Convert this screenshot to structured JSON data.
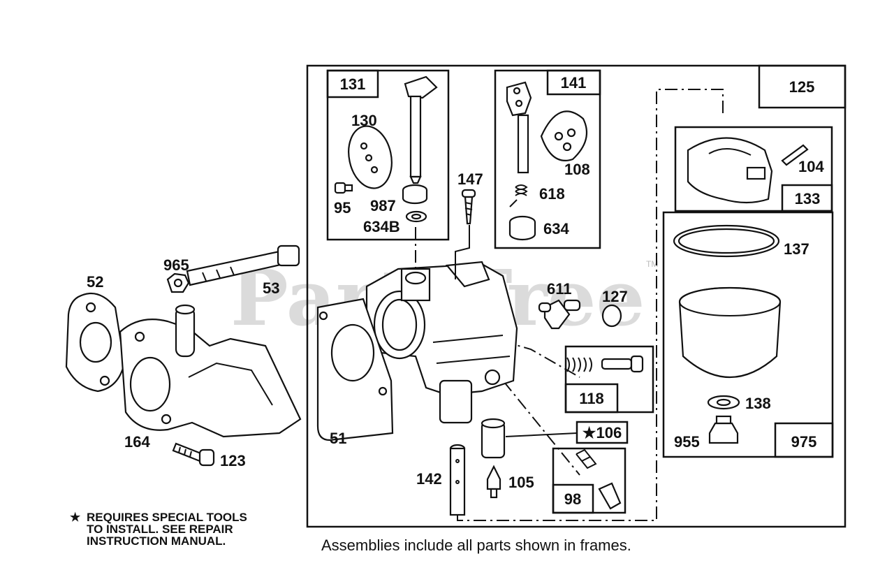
{
  "watermark": "PartsTree",
  "trademark": "TM",
  "assembly_frames": [
    {
      "id": "131"
    },
    {
      "id": "141"
    },
    {
      "id": "125"
    },
    {
      "id": "133"
    },
    {
      "id": "975"
    },
    {
      "id": "118"
    },
    {
      "id": "106",
      "special": true,
      "display": "★106"
    },
    {
      "id": "98"
    }
  ],
  "part_labels": {
    "p130": "130",
    "p95": "95",
    "p987": "987",
    "p634B": "634B",
    "p147": "147",
    "p618": "618",
    "p108": "108",
    "p634": "634",
    "p104": "104",
    "p137": "137",
    "p138": "138",
    "p955": "955",
    "p965": "965",
    "p53": "53",
    "p52": "52",
    "p164": "164",
    "p123": "123",
    "p51": "51",
    "p611": "611",
    "p127": "127",
    "p142": "142",
    "p105": "105"
  },
  "special_tools_note": {
    "star": "★",
    "text": "REQUIRES SPECIAL TOOLS\nTO INSTALL.  SEE REPAIR\nINSTRUCTION MANUAL."
  },
  "caption": "Assemblies include all parts shown in frames."
}
